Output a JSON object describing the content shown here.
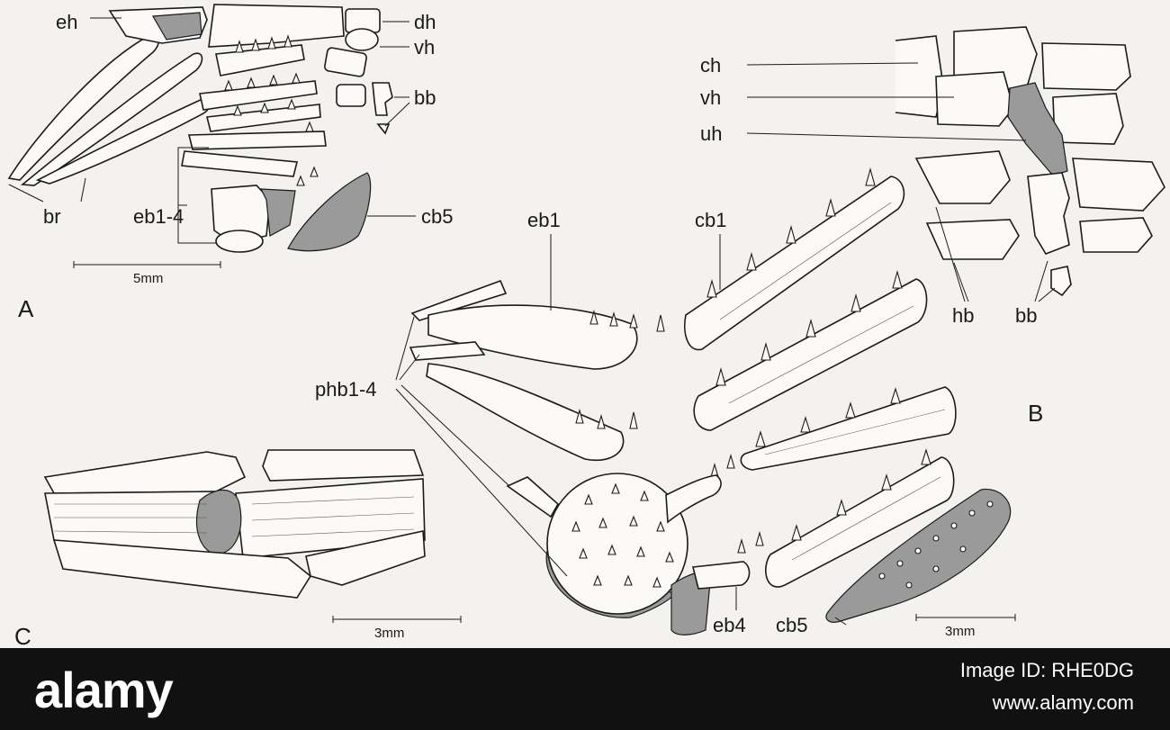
{
  "panel_a": {
    "letter": "A",
    "labels": {
      "eh": "eh",
      "dh": "dh",
      "vh": "vh",
      "bb": "bb",
      "br": "br",
      "eb": "eb1-4",
      "cb5": "cb5"
    },
    "scale": "5mm"
  },
  "panel_b": {
    "letter": "B",
    "labels": {
      "ch": "ch",
      "vh": "vh",
      "uh": "uh",
      "hb": "hb",
      "bb": "bb",
      "eb1": "eb1",
      "cb1": "cb1",
      "phb": "phb1-4",
      "eb4": "eb4",
      "cb5": "cb5"
    },
    "scale": "3mm"
  },
  "panel_c": {
    "letter": "C",
    "scale": "3mm"
  },
  "footer": {
    "logo": "alamy",
    "image_id": "Image ID: RHE0DG",
    "url": "www.alamy.com"
  }
}
